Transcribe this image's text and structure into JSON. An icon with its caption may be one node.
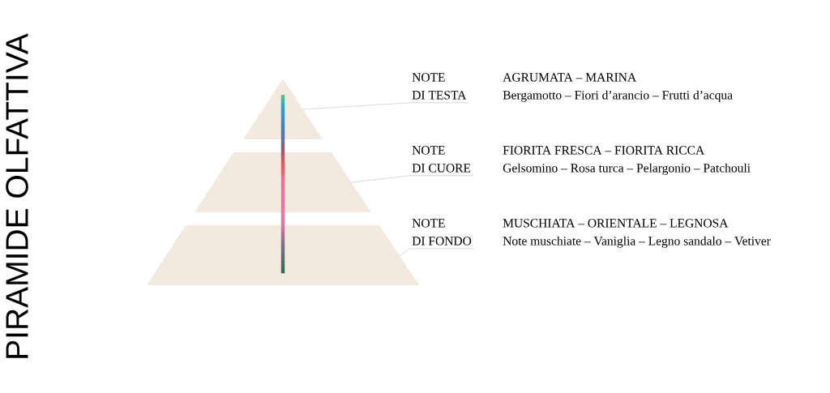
{
  "diagram": {
    "title": "PIRAMIDE OLFATTIVA",
    "nodes": [
      {
        "text": [],
        "shape": "triangle"
      },
      {
        "text": [],
        "shape": "trapezoid"
      },
      {
        "text": [],
        "shape": "trapezoid"
      },
      {
        "text": [
          "NOTE",
          "DI TESTA"
        ],
        "beside": [
          "AGRUMATA – MARINA",
          "Bergamotto – Fiori d’arancio – Frutti d’acqua"
        ]
      },
      {
        "text": [
          "NOTE",
          "DI CUORE"
        ],
        "beside": [
          "FIORITA FRESCA – FIORITA RICCA",
          "Gelsomino – Rosa turca – Pelargonio – Patchouli"
        ]
      },
      {
        "text": [
          "NOTE",
          "DI FONDO"
        ],
        "beside": [
          "MUSCHIATA – ORIENTALE – LEGNOSA",
          "Note muschiate – Vaniglia – Legno sandalo – Vetiver"
        ]
      }
    ],
    "edges": [
      {
        "from": 3,
        "to": 0,
        "arrow": "none"
      },
      {
        "from": 4,
        "to": 1,
        "arrow": "none"
      },
      {
        "from": 5,
        "to": 2,
        "arrow": "none"
      }
    ]
  }
}
